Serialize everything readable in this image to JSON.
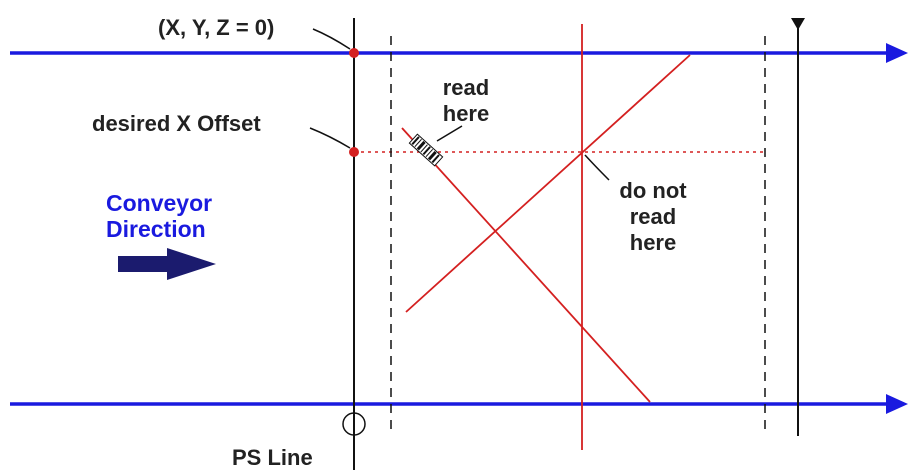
{
  "labels": {
    "origin": "(X, Y, Z = 0)",
    "offset": "desired X Offset",
    "read_line1": "read",
    "read_line2": "here",
    "noread_line1": "do not",
    "noread_line2": "read",
    "noread_line3": "here",
    "conveyor_line1": "Conveyor",
    "conveyor_line2": "Direction",
    "ps_line": "PS Line"
  },
  "colors": {
    "conveyor": "#1a1adf",
    "scan": "#d42020",
    "text": "#222222",
    "arrow": "#1b1b6e",
    "line": "#111111"
  }
}
